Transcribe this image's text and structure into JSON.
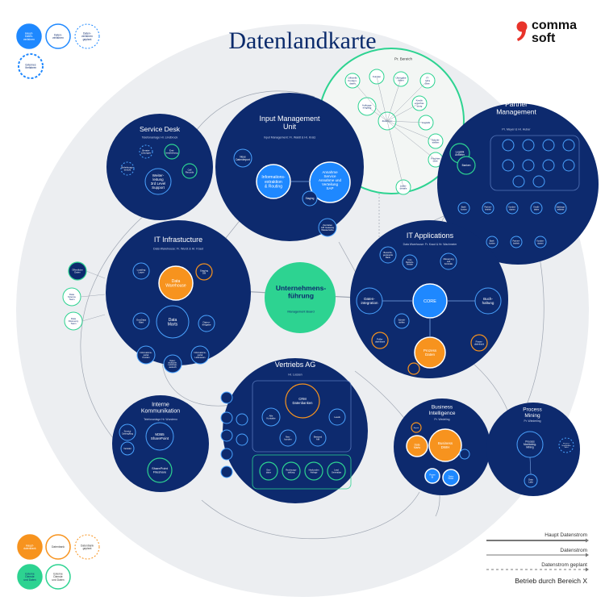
{
  "title": "Datenlandkarte",
  "logo": {
    "line1": "comma",
    "line2": "soft",
    "brand_color": "#e8332a"
  },
  "colors": {
    "navy": "#0d2a6e",
    "blue": "#1e88ff",
    "orange": "#f7931e",
    "green": "#2dd391",
    "bg": "#eceef1",
    "line": "#9fa6b2"
  },
  "legend_top": [
    {
      "label": "Haupt-\nDaten-\nverfahren",
      "style": "filled-blue"
    },
    {
      "label": "Daten-\nverfahren",
      "style": "outline-blue"
    },
    {
      "label": "Daten-\nverfahren\ngeplant",
      "style": "dashed-blue"
    },
    {
      "label": "Externes\nVerfahren",
      "style": "dashed-blue-thick"
    }
  ],
  "legend_bottom": [
    {
      "label": "Haupt-\ndatenbank",
      "style": "filled-orange"
    },
    {
      "label": "Datenbank",
      "style": "outline-orange"
    },
    {
      "label": "Datenbank\ngeplant",
      "style": "dashed-orange"
    },
    {
      "label": "Externe\nDienste\nund Daten",
      "style": "filled-green"
    },
    {
      "label": "Externe\nDienste\nund Daten",
      "style": "outline-green"
    }
  ],
  "flow_legend": [
    "Haupt Datenstrom",
    "Datenstrom",
    "Datenstrom geplant"
  ],
  "footer": "Betrieb durch Bereich X",
  "center": {
    "title": "Unternehmens-\nführung",
    "subtitle": "Management Board"
  },
  "clusters": [
    {
      "id": "service-desk",
      "title": "Service Desk",
      "subtitle": "Telefonanlage Hr. Lindbrock",
      "nodes": [
        "Weiter-\nleitung\n3rd Level\nSupport",
        "Behebungs-\nbericht",
        "Berater\nLösungen",
        "Erst-\nbearbeitung",
        "Call\nRecords"
      ]
    },
    {
      "id": "input-mgmt",
      "title": "Input Management\nUnit",
      "subtitle": "Input Management: Fr. Waldt & Hr. Kratz",
      "nodes": [
        "Informations-\nextraktion\n& Routing",
        "Annahme\nService",
        "Annahme und\nVerteilung\nSAP",
        "Neue\nDatenImport",
        "Staging",
        "Zentrales\nAPI Gateway\nWasserwirte"
      ]
    },
    {
      "id": "pr-bereich",
      "title": "Pr. Bereich",
      "nodes": [
        "Offizielle\nKunden-\ndaten",
        "Kunden",
        "Übergabe\ndaten",
        "IT-\nInfra\nüber.",
        "Auftrags-\neingang",
        "Kredit-\nentschei-\ndung",
        "Zulieferer",
        "Logistik",
        "Schnitt-\nstellen",
        "Frachten\nüber.",
        "Liefer-\ndetails"
      ]
    },
    {
      "id": "partner",
      "title": "Partner\nManagement",
      "subtitle": "Pr. Meyer & Hr. Huber",
      "nodes": [
        "Logistik\nAnbieter",
        "Banken",
        "Bank-\nkonten",
        "Partner-\nbetrieb",
        "Kunden-\nstamm",
        "Kredit-\ndaten",
        "Zahlungs-\nanbieter"
      ]
    },
    {
      "id": "it-infra",
      "title": "IT Infrastucture",
      "subtitle": "Data Warehouse: Fr. Wurst & Hr. Kraut",
      "nodes": [
        "Data\nWarehouse",
        "Data\nMarts",
        "Loading\nLayer",
        "Staging\nDB",
        "GeoData\nMart",
        "Daten-\nfreigabe",
        "Informations-\nportal\nKunden",
        "Daten-\nstrukturier.\nLeistungs-\nauskunft",
        "Informations-\nportal\nLieferanten",
        "Öffentliche\nDaten",
        "Data\nScience\nTeam",
        "Data\nDiscovery\nTeam"
      ]
    },
    {
      "id": "it-apps",
      "title": "IT Applications",
      "subtitle": "Data Warehouse: Fr. Kraut & Hr. Wachmeier",
      "nodes": [
        "CORE",
        "Daten-\nintegration",
        "Buch-\nhaltung",
        "Prozess\nDaten",
        "Bereichs-\ngesteuerte\nBank",
        "Core\nBetriebs-\nVersion",
        "Messerung\nund\nKontrolle",
        "Schnitt-\nstellen",
        "Puffer-\ndatenbank",
        "Finanz-\ndatenbank",
        "Prozess-\ndatenbank"
      ]
    },
    {
      "id": "vertrieb",
      "title": "Vertriebs AG",
      "subtitle": "Hr. Lossen",
      "nodes": [
        "CRM\nDatenbanken",
        "Alle\nKontakte",
        "Neu-\nkunden",
        "Bestand\nAM",
        "Leads",
        "Geo-\ndaten",
        "Rechnungs-\nstellung",
        "Neukunden\nAnfrage",
        "Lead\nGeneration"
      ]
    },
    {
      "id": "interne",
      "title": "Interne\nKommunikation",
      "subtitle": "Telefonanlage Hr. Wundeno",
      "nodes": [
        "M365\nSharePoint",
        "SharePoint\nFileshare",
        "Service\nCasting/Bug",
        "Verteiler"
      ]
    },
    {
      "id": "bi",
      "title": "Business\nIntelligence",
      "subtitle": "Pr. Wedeling",
      "nodes": [
        "Business\nDWH",
        "Data\nMarts",
        "Report",
        "Daten\nVisual.",
        "Power\nBI"
      ]
    },
    {
      "id": "process",
      "title": "Process\nMining",
      "subtitle": "Pr. Wiederling",
      "nodes": [
        "Process\nMonitoring-\nMining",
        "Data\nLake",
        "Prozess\nVerständnis\nSicht"
      ]
    }
  ]
}
